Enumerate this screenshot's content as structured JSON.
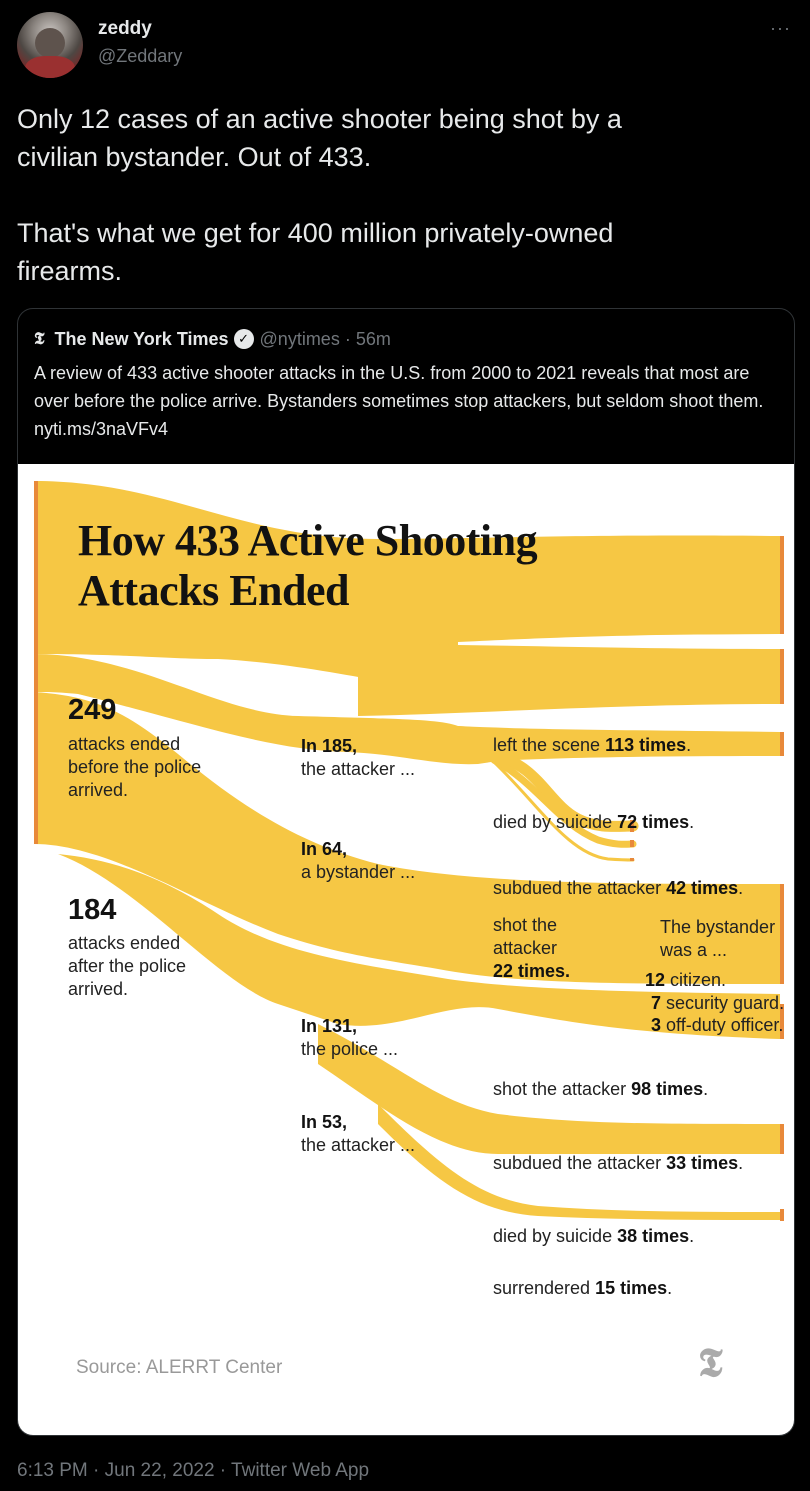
{
  "author": {
    "display_name": "zeddy",
    "handle": "@Zeddary",
    "more_icon": "···"
  },
  "tweet": {
    "text": "Only 12 cases of an active shooter being shot by a\ncivilian bystander. Out of 433.\n\nThat's what we get for 400 million privately-owned\nfirearms.",
    "timestamp": "6:13 PM · Jun 22, 2022 · Twitter Web App"
  },
  "quoted": {
    "logo": "𝕋",
    "name": "The New York Times",
    "verified_icon": "✓",
    "handle_time": "@nytimes · 56m",
    "text": "A review of 433 active shooter attacks in the U.S. from 2000 to 2021 reveals that most are over before the police arrive. Bystanders sometimes stop attackers, but seldom shoot them. nyti.ms/3naVFv4"
  },
  "card": {
    "title_line1": "How 433 Active Shooting",
    "title_line2": "Attacks Ended",
    "source": "Source: ALERRT Center",
    "nyt_logo": "𝕋",
    "labels": {
      "n249": "249",
      "n249_desc": "attacks ended\nbefore the police\narrived.",
      "n184": "184",
      "n184_desc": "attacks ended\nafter the police\narrived.",
      "in185": "In 185,",
      "in185_desc": "the attacker ...",
      "in64": "In 64,",
      "in64_desc": "a bystander ...",
      "in131": "In 131,",
      "in131_desc": "the police ...",
      "in53": "In 53,",
      "in53_desc": "the attacker ...",
      "left_scene": "left the scene ",
      "left_scene_n": "113 times",
      "suicide1": "died by suicide ",
      "suicide1_n": "72 times",
      "subdued1": "subdued the attacker ",
      "subdued1_n": "42 times",
      "shot_bys_1": "shot the",
      "shot_bys_2": "attacker",
      "shot_bys_n": "22 times.",
      "bystander_was_1": "The bystander",
      "bystander_was_2": "was a ...",
      "citizen_n": "12",
      "citizen": " citizen.",
      "guard_n": "7",
      "guard": " security guard.",
      "officer_n": "3",
      "officer": " off-duty officer.",
      "police_shot": "shot the attacker ",
      "police_shot_n": "98 times",
      "police_subdued": "subdued the attacker ",
      "police_subdued_n": "33 times",
      "suicide2": "died by suicide ",
      "suicide2_n": "38 times",
      "surrendered": "surrendered ",
      "surrendered_n": "15 times",
      "period": "."
    }
  },
  "chart_data": {
    "type": "sankey",
    "title": "How 433 Active Shooting Attacks Ended",
    "source": "ALERRT Center",
    "total": 433,
    "nodes": [
      "Before police arrived",
      "After police arrived",
      "Attacker (before)",
      "Bystander",
      "Police",
      "Attacker (after)"
    ],
    "links": [
      {
        "source": "All attacks",
        "target": "Ended before police arrived",
        "value": 249
      },
      {
        "source": "All attacks",
        "target": "Ended after police arrived",
        "value": 184
      },
      {
        "source": "Ended before police arrived",
        "target": "Attacker",
        "value": 185
      },
      {
        "source": "Ended before police arrived",
        "target": "Bystander",
        "value": 64
      },
      {
        "source": "Attacker",
        "target": "Left the scene",
        "value": 113
      },
      {
        "source": "Attacker",
        "target": "Died by suicide",
        "value": 72
      },
      {
        "source": "Bystander",
        "target": "Subdued the attacker",
        "value": 42
      },
      {
        "source": "Bystander",
        "target": "Shot the attacker",
        "value": 22
      },
      {
        "source": "Shot the attacker (bystander)",
        "target": "Citizen",
        "value": 12
      },
      {
        "source": "Shot the attacker (bystander)",
        "target": "Security guard",
        "value": 7
      },
      {
        "source": "Shot the attacker (bystander)",
        "target": "Off-duty officer",
        "value": 3
      },
      {
        "source": "Ended after police arrived",
        "target": "Police",
        "value": 131
      },
      {
        "source": "Ended after police arrived",
        "target": "Attacker (after)",
        "value": 53
      },
      {
        "source": "Police",
        "target": "Shot the attacker",
        "value": 98
      },
      {
        "source": "Police",
        "target": "Subdued the attacker",
        "value": 33
      },
      {
        "source": "Attacker (after)",
        "target": "Died by suicide",
        "value": 38
      },
      {
        "source": "Attacker (after)",
        "target": "Surrendered",
        "value": 15
      }
    ],
    "colors": {
      "flow": "#f6c744",
      "node_bar": "#e8893a"
    }
  }
}
